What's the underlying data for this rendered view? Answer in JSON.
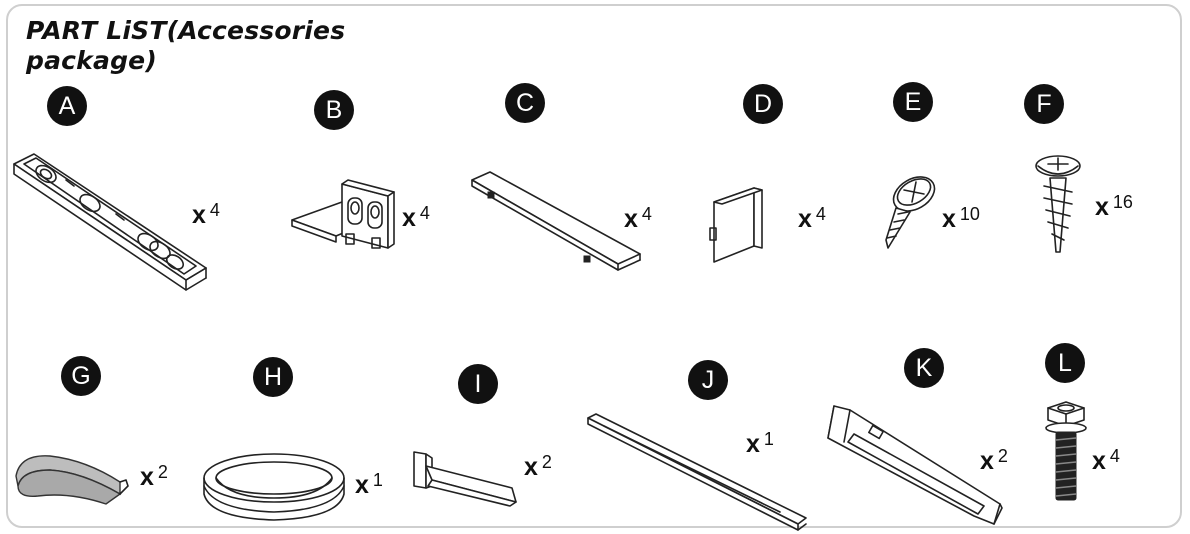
{
  "title": "PART LiST(Accessories package)",
  "parts": [
    {
      "letter": "A",
      "icon": "connector-plate-icon",
      "qty_x": "x",
      "qty_n": "4"
    },
    {
      "letter": "B",
      "icon": "corner-bracket-icon",
      "qty_x": "x",
      "qty_n": "4"
    },
    {
      "letter": "C",
      "icon": "flat-cover-plate-icon",
      "qty_x": "x",
      "qty_n": "4"
    },
    {
      "letter": "D",
      "icon": "end-cap-icon",
      "qty_x": "x",
      "qty_n": "4"
    },
    {
      "letter": "E",
      "icon": "short-screw-icon",
      "qty_x": "x",
      "qty_n": "10"
    },
    {
      "letter": "F",
      "icon": "wood-screw-icon",
      "qty_x": "x",
      "qty_n": "16"
    },
    {
      "letter": "G",
      "icon": "adhesive-pad-icon",
      "qty_x": "x",
      "qty_n": "2"
    },
    {
      "letter": "H",
      "icon": "tape-roll-icon",
      "qty_x": "x",
      "qty_n": "1"
    },
    {
      "letter": "I",
      "icon": "hook-bracket-icon",
      "qty_x": "x",
      "qty_n": "2"
    },
    {
      "letter": "J",
      "icon": "long-strip-icon",
      "qty_x": "x",
      "qty_n": "1"
    },
    {
      "letter": "K",
      "icon": "slotted-anchor-icon",
      "qty_x": "x",
      "qty_n": "2"
    },
    {
      "letter": "L",
      "icon": "hex-bolt-icon",
      "qty_x": "x",
      "qty_n": "4"
    }
  ]
}
